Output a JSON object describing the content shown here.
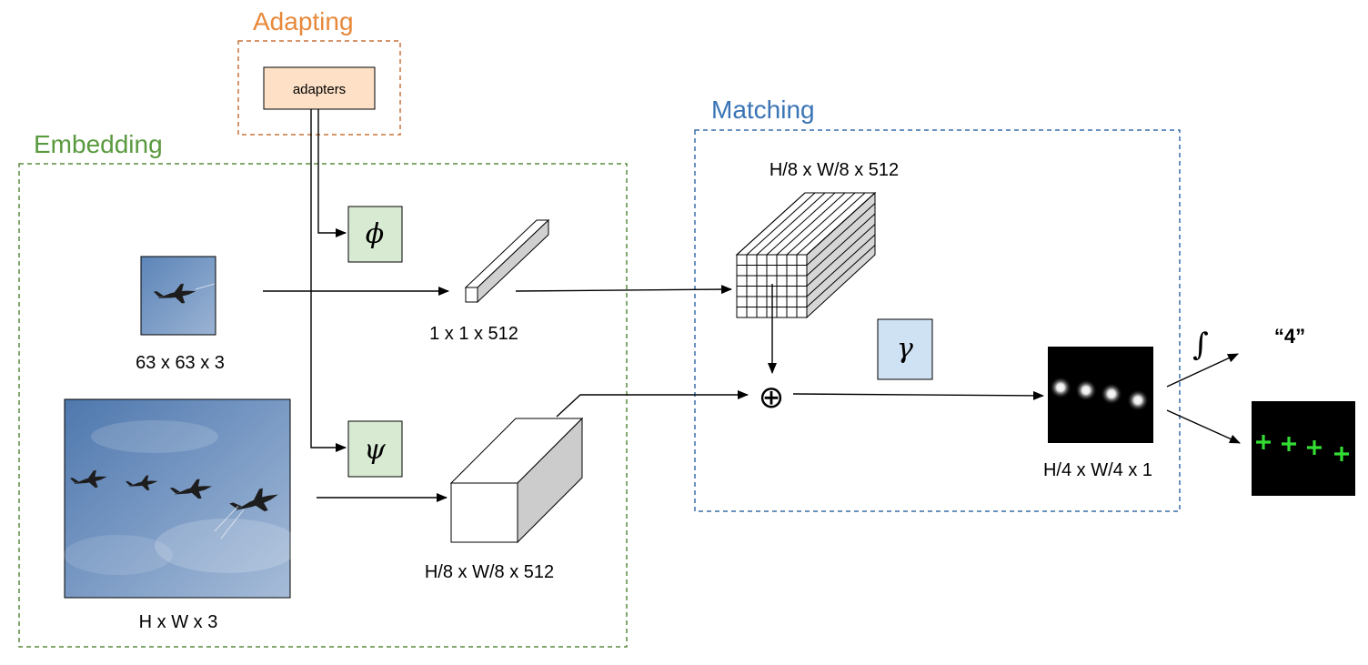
{
  "regions": {
    "adapting": {
      "label": "Adapting",
      "color": "#e8883a"
    },
    "embedding": {
      "label": "Embedding",
      "color": "#5a9a3f"
    },
    "matching": {
      "label": "Matching",
      "color": "#3a74b5"
    }
  },
  "blocks": {
    "adapters": {
      "label": "adapters",
      "fill": "#fde0c5"
    },
    "phi": {
      "label": "ϕ",
      "fill": "#d9ead3"
    },
    "psi": {
      "label": "ψ",
      "fill": "#d9ead3"
    },
    "gamma": {
      "label": "γ",
      "fill": "#cfe2f3"
    }
  },
  "dims": {
    "exemplar_image": "63 x 63 x 3",
    "query_image": "H x W x 3",
    "exemplar_feature": "1 x 1 x 512",
    "query_feature": "H/8 x W/8 x 512",
    "tiled_feature": "H/8 x W/8 x 512",
    "density_map": "H/4 x W/4 x 1"
  },
  "symbols": {
    "combine": "⊕",
    "integral": "∫"
  },
  "output": {
    "count": "“4”",
    "marker_color": "#33dd33"
  }
}
